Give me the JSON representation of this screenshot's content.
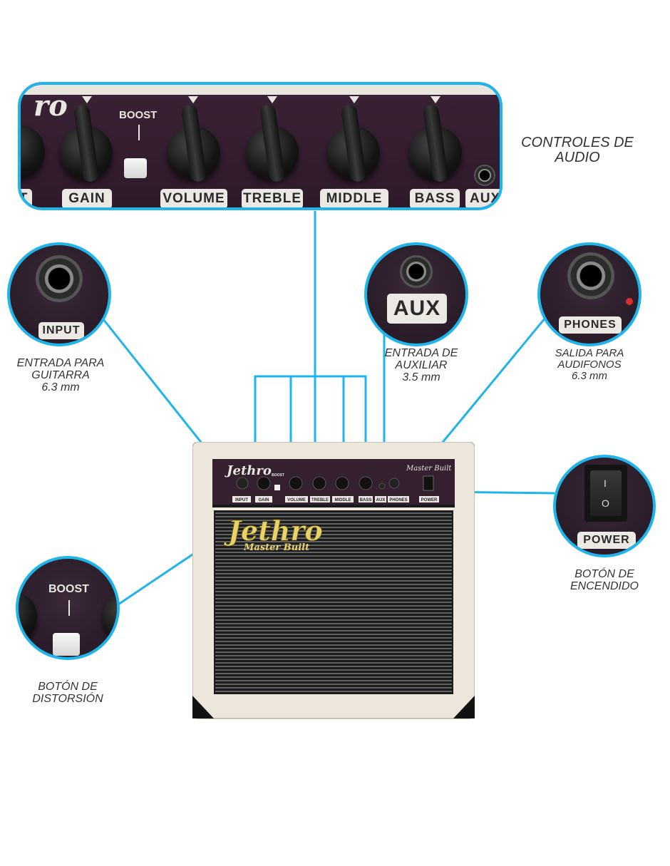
{
  "top_panel": {
    "controls": [
      "GAIN",
      "VOLUME",
      "TREBLE",
      "MIDDLE",
      "BASS",
      "AUX"
    ],
    "left_partial": "T",
    "boost_label": "BOOST",
    "caption": [
      "CONTROLES DE",
      "AUDIO"
    ]
  },
  "input_inset": {
    "label": "INPUT",
    "caption": [
      "ENTRADA PARA",
      "GUITARRA",
      "6.3 mm"
    ]
  },
  "aux_inset": {
    "label": "AUX",
    "caption": [
      "ENTRADA DE",
      "AUXILIAR",
      "3.5 mm"
    ]
  },
  "phones_inset": {
    "label": "PHONES",
    "caption": [
      "SALIDA PARA",
      "AUDIFONOS",
      "6.3 mm"
    ]
  },
  "power_inset": {
    "label": "POWER",
    "switch_on": "I",
    "switch_off": "O",
    "caption": [
      "BOTÓN DE",
      "ENCENDIDO"
    ]
  },
  "boost_inset": {
    "label": "BOOST",
    "caption": [
      "BOTÓN DE",
      "DISTORSIÓN"
    ]
  },
  "amp": {
    "brand": "Jethro",
    "model": "Master Built",
    "panel_labels": [
      "INPUT",
      "GAIN",
      "BOOST",
      "VOLUME",
      "TREBLE",
      "MIDDLE",
      "BASS",
      "AUX",
      "PHONES",
      "POWER"
    ]
  },
  "colors": {
    "accent_line": "#1fb4ea",
    "panel": "#34202f",
    "cabinet": "#ece7da"
  }
}
